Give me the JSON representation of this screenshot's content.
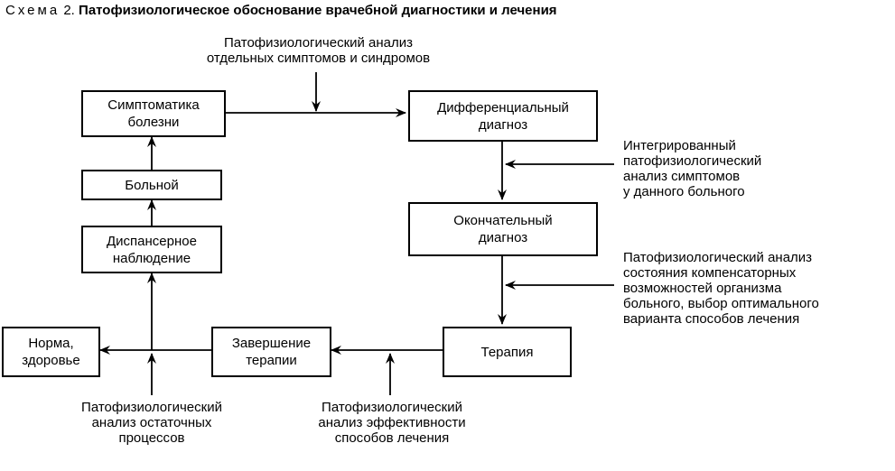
{
  "title": {
    "label": "Схема",
    "number": "2.",
    "text": "Патофизиологическое обоснование врачебной диагностики и лечения"
  },
  "boxes": {
    "symptoms": "Симптоматика\nболезни",
    "differential": "Дифференциальный\nдиагноз",
    "patient": "Больной",
    "final": "Окончательный\nдиагноз",
    "dispensary": "Диспансерное\nнаблюдение",
    "therapy": "Терапия",
    "completion": "Завершение\nтерапии",
    "norm": "Норма,\nздоровье"
  },
  "notes": {
    "top": "Патофизиологический анализ\nотдельных симптомов и синдромов",
    "integrated": "Интегрированный\nпатофизиологический\nанализ симптомов\nу данного больного",
    "compensatory": "Патофизиологический анализ\nсостояния компенсаторных\nвозможностей организма\nбольного, выбор оптимального\nварианта способов лечения",
    "residual": "Патофизиологический\nанализ остаточных\nпроцессов",
    "effectiveness": "Патофизиологический\nанализ эффективности\nспособов лечения"
  }
}
